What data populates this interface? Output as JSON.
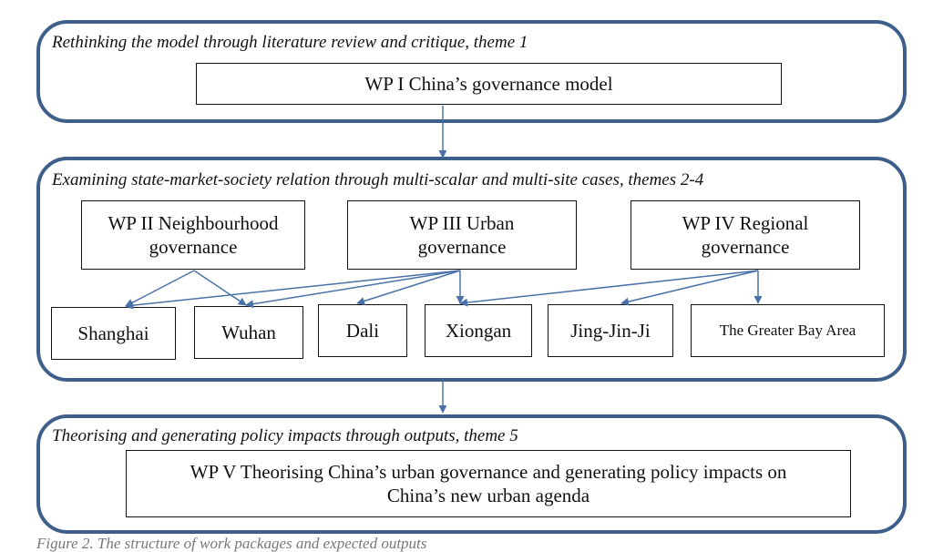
{
  "panels": {
    "theme1_title": "Rethinking the model through literature review and critique, theme 1",
    "themes2_4_title": "Examining state-market-society relation through multi-scalar and multi-site cases, themes 2-4",
    "theme5_title": "Theorising and generating policy impacts through outputs, theme 5"
  },
  "work_packages": {
    "wp1": "WP I China’s governance model",
    "wp2": "WP II Neighbourhood governance",
    "wp3": "WP III Urban governance",
    "wp4": "WP IV Regional governance",
    "wp5": "WP V Theorising China’s urban governance and generating policy impacts on China’s new urban agenda"
  },
  "cases": {
    "shanghai": "Shanghai",
    "wuhan": "Wuhan",
    "dali": "Dali",
    "xiongan": "Xiongan",
    "jingjinji": "Jing-Jin-Ji",
    "gba": "The Greater Bay Area"
  },
  "edges": [
    [
      "wp1",
      "panel2"
    ],
    [
      "wp2",
      "shanghai"
    ],
    [
      "wp2",
      "wuhan"
    ],
    [
      "wp3",
      "shanghai"
    ],
    [
      "wp3",
      "wuhan"
    ],
    [
      "wp3",
      "dali"
    ],
    [
      "wp3",
      "xiongan"
    ],
    [
      "wp4",
      "xiongan"
    ],
    [
      "wp4",
      "jingjinji"
    ],
    [
      "wp4",
      "gba"
    ],
    [
      "panel2",
      "panel3"
    ]
  ],
  "caption": "Figure 2. The structure of work packages and expected outputs",
  "colors": {
    "border": "#3e5f8a",
    "arrow": "#4a72a8"
  }
}
